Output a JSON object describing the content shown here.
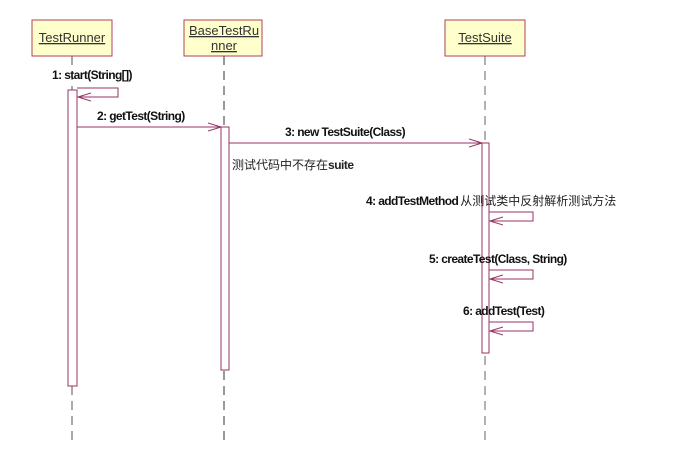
{
  "diagram": {
    "type": "uml-sequence",
    "colors": {
      "box_fill": "#FFFFCC",
      "box_border": "#B0405A",
      "message_line": "#993366",
      "lifeline": "#555555",
      "activation_border": "#993366",
      "activation_fill": "#FFFFFF"
    },
    "participants": [
      {
        "id": "testrunner",
        "name": "TestRunner",
        "lines": [
          "TestRunner"
        ]
      },
      {
        "id": "basetestrunner",
        "name": "BaseTestRunner",
        "lines": [
          "BaseTestRu",
          "nner"
        ]
      },
      {
        "id": "testsuite",
        "name": "TestSuite",
        "lines": [
          "TestSuite"
        ]
      }
    ],
    "messages": [
      {
        "id": "m1",
        "label": "1: start(String[])",
        "from": "testrunner",
        "to": "testrunner",
        "kind": "self"
      },
      {
        "id": "m2",
        "label": "2: getTest(String)",
        "from": "testrunner",
        "to": "basetestrunner",
        "kind": "call"
      },
      {
        "id": "m3",
        "label": "3: new TestSuite(Class)",
        "from": "basetestrunner",
        "to": "testsuite",
        "kind": "call"
      },
      {
        "id": "m4",
        "label": "4: addTestMethod",
        "annotation": "从测试类中反射解析测试方法",
        "from": "testsuite",
        "to": "testsuite",
        "kind": "self"
      },
      {
        "id": "m5",
        "label": "5: createTest(Class, String)",
        "from": "testsuite",
        "to": "testsuite",
        "kind": "self"
      },
      {
        "id": "m6",
        "label": "6: addTest(Test)",
        "from": "testsuite",
        "to": "testsuite",
        "kind": "self"
      }
    ],
    "notes": [
      {
        "id": "n1",
        "text_cn": "测试代码中不存在",
        "text_bold": "suite"
      }
    ]
  }
}
